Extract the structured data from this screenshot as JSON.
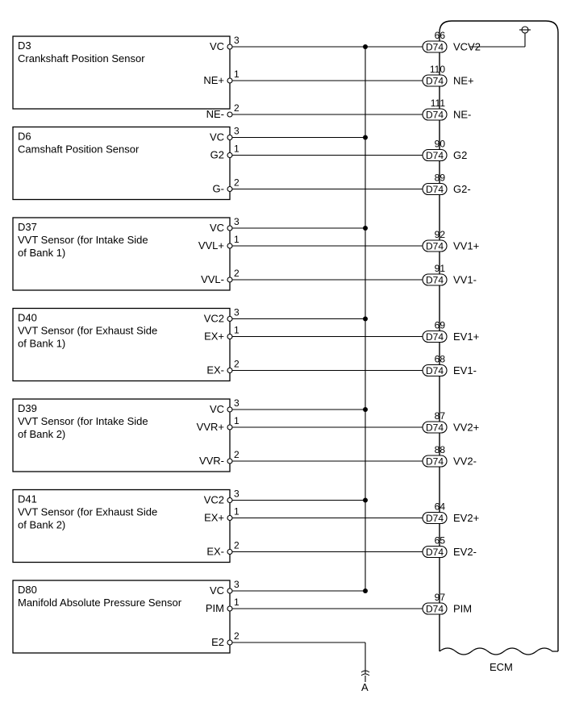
{
  "connector_id": "D74",
  "ecm": {
    "label": "ECM",
    "supply_pin": "66",
    "supply_name": "VCV2"
  },
  "bottom_ref": "A",
  "sensors": [
    {
      "code": "D3",
      "title_lines": [
        "Crankshaft Position Sensor"
      ],
      "rows": [
        {
          "pin_label": "VC",
          "sensor_pin": "3",
          "ecm_pin": "66",
          "ecm_name": "VCV2",
          "kind": "vc"
        },
        {
          "pin_label": "NE+",
          "sensor_pin": "1",
          "ecm_pin": "110",
          "ecm_name": "NE+",
          "kind": "sig"
        },
        {
          "pin_label": "NE-",
          "sensor_pin": "2",
          "ecm_pin": "111",
          "ecm_name": "NE-",
          "kind": "sig"
        }
      ]
    },
    {
      "code": "D6",
      "title_lines": [
        "Camshaft Position Sensor"
      ],
      "rows": [
        {
          "pin_label": "VC",
          "sensor_pin": "3",
          "kind": "vc"
        },
        {
          "pin_label": "G2",
          "sensor_pin": "1",
          "ecm_pin": "90",
          "ecm_name": "G2",
          "kind": "sig"
        },
        {
          "pin_label": "G-",
          "sensor_pin": "2",
          "ecm_pin": "89",
          "ecm_name": "G2-",
          "kind": "sig"
        }
      ]
    },
    {
      "code": "D37",
      "title_lines": [
        "VVT Sensor (for Intake Side",
        "of Bank 1)"
      ],
      "rows": [
        {
          "pin_label": "VC",
          "sensor_pin": "3",
          "kind": "vc"
        },
        {
          "pin_label": "VVL+",
          "sensor_pin": "1",
          "ecm_pin": "92",
          "ecm_name": "VV1+",
          "kind": "sig"
        },
        {
          "pin_label": "VVL-",
          "sensor_pin": "2",
          "ecm_pin": "91",
          "ecm_name": "VV1-",
          "kind": "sig"
        }
      ]
    },
    {
      "code": "D40",
      "title_lines": [
        "VVT Sensor (for Exhaust Side",
        "of Bank 1)"
      ],
      "rows": [
        {
          "pin_label": "VC2",
          "sensor_pin": "3",
          "kind": "vc"
        },
        {
          "pin_label": "EX+",
          "sensor_pin": "1",
          "ecm_pin": "69",
          "ecm_name": "EV1+",
          "kind": "sig"
        },
        {
          "pin_label": "EX-",
          "sensor_pin": "2",
          "ecm_pin": "68",
          "ecm_name": "EV1-",
          "kind": "sig"
        }
      ]
    },
    {
      "code": "D39",
      "title_lines": [
        "VVT Sensor (for Intake Side",
        "of Bank 2)"
      ],
      "rows": [
        {
          "pin_label": "VC",
          "sensor_pin": "3",
          "kind": "vc"
        },
        {
          "pin_label": "VVR+",
          "sensor_pin": "1",
          "ecm_pin": "87",
          "ecm_name": "VV2+",
          "kind": "sig"
        },
        {
          "pin_label": "VVR-",
          "sensor_pin": "2",
          "ecm_pin": "88",
          "ecm_name": "VV2-",
          "kind": "sig"
        }
      ]
    },
    {
      "code": "D41",
      "title_lines": [
        "VVT Sensor (for Exhaust Side",
        "of Bank 2)"
      ],
      "rows": [
        {
          "pin_label": "VC2",
          "sensor_pin": "3",
          "kind": "vc"
        },
        {
          "pin_label": "EX+",
          "sensor_pin": "1",
          "ecm_pin": "64",
          "ecm_name": "EV2+",
          "kind": "sig"
        },
        {
          "pin_label": "EX-",
          "sensor_pin": "2",
          "ecm_pin": "65",
          "ecm_name": "EV2-",
          "kind": "sig"
        }
      ]
    },
    {
      "code": "D80",
      "title_lines": [
        "Manifold Absolute Pressure Sensor"
      ],
      "rows": [
        {
          "pin_label": "VC",
          "sensor_pin": "3",
          "kind": "vc"
        },
        {
          "pin_label": "PIM",
          "sensor_pin": "1",
          "ecm_pin": "97",
          "ecm_name": "PIM",
          "kind": "sig"
        },
        {
          "pin_label": "E2",
          "sensor_pin": "2",
          "kind": "gnd"
        }
      ]
    }
  ]
}
